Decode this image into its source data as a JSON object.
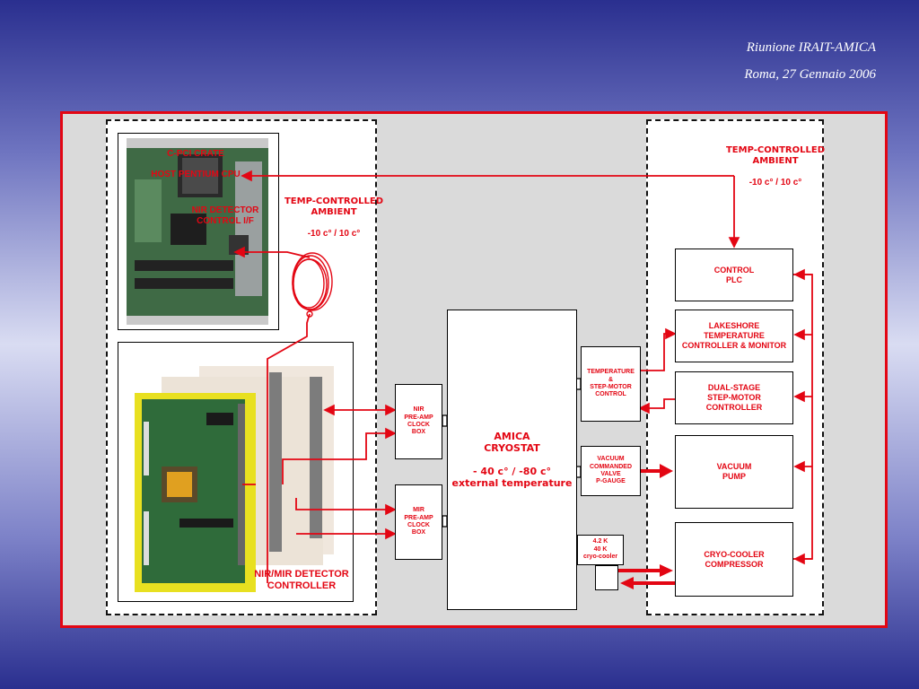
{
  "header": {
    "title": "Riunione IRAIT-AMICA",
    "subtitle": "Roma, 27 Gennaio 2006"
  },
  "colors": {
    "accent": "#e30613",
    "background_top": "#2a2f8f",
    "panel": "#dadada",
    "board_green": "#2f6b3a",
    "board_yellow": "#e8e020"
  },
  "left_section": {
    "cpci": {
      "line1": "C-PCI  CRATE",
      "line2": "HOST PENTIUM CPU"
    },
    "nir_ctrl": "NIR DETECTOR\nCONTROL I/F",
    "ambient": {
      "title": "TEMP-CONTROLLED\nAMBIENT",
      "range": "-10 c° / 10 c°"
    },
    "detector_controller": "NIR/MIR DETECTOR\nCONTROLLER"
  },
  "center": {
    "nir_box": "NIR\nPRE-AMP\nCLOCK\nBOX",
    "mir_box": "MIR\nPRE-AMP\nCLOCK\nBOX",
    "cryostat": "AMICA\nCRYOSTAT\n\n- 40 c° / -80 c°\nexternal temperature",
    "temp_step": "TEMPERATURE\n&\nSTEP-MOTOR\nCONTROL",
    "vacuum_valve": "VACUUM\nCOMMANDED\nVALVE\nP-GAUGE",
    "cryo_cooler": "4.2 K\n40 K\ncryo-cooler"
  },
  "right_section": {
    "ambient": {
      "title": "TEMP-CONTROLLED\nAMBIENT",
      "range": "-10 c° / 10 c°"
    },
    "plc": "CONTROL\nPLC",
    "lakeshore": "LAKESHORE\nTEMPERATURE\nCONTROLLER & MONITOR",
    "dual_stage": "DUAL-STAGE\nSTEP-MOTOR\nCONTROLLER",
    "vacuum_pump": "VACUUM\nPUMP",
    "compressor": "CRYO-COOLER\nCOMPRESSOR"
  }
}
